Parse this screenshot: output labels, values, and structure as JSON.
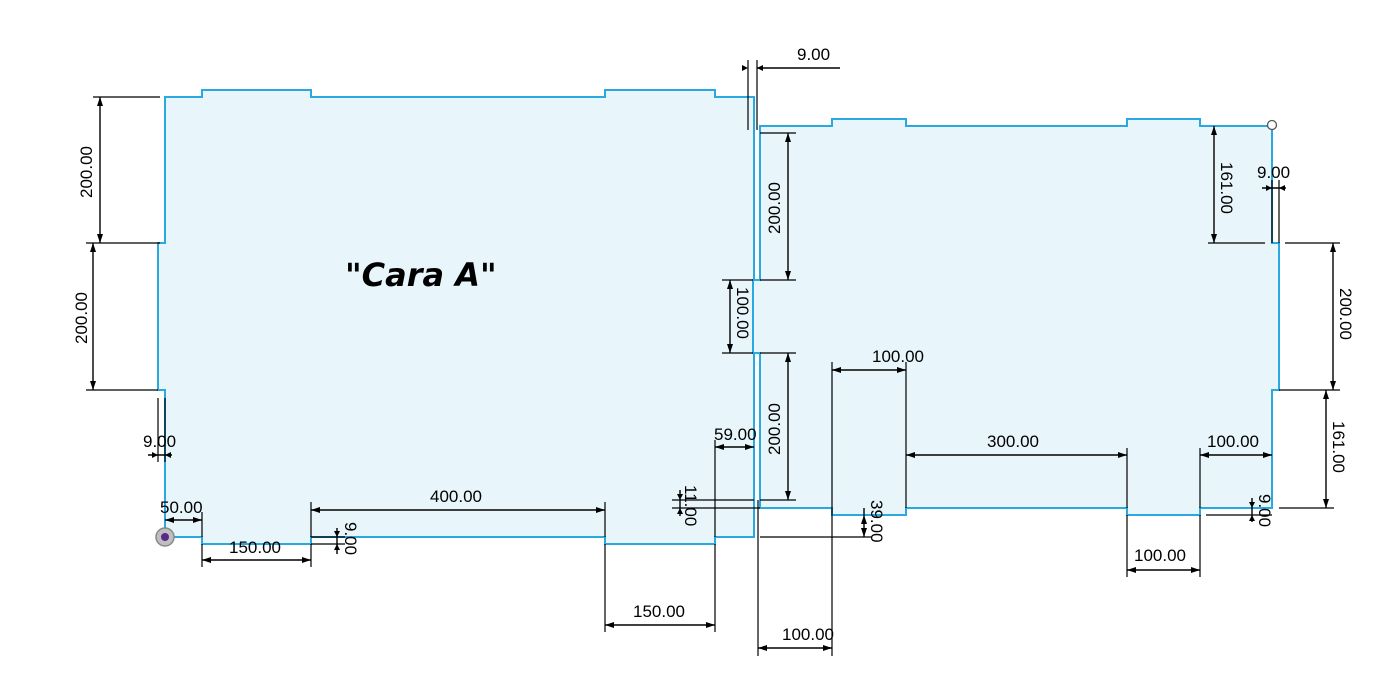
{
  "title": "\"Cara A\"",
  "colors": {
    "outline": "#29a9e0",
    "fill": "#e8f6fb",
    "dimension": "#000000"
  },
  "dimensions": {
    "top_gap": "9.00",
    "left_upper": "200.00",
    "left_lower": "200.00",
    "left_notch": "9.00",
    "bottom_start": "50.00",
    "bottom_a": "150.00",
    "bottom_notch_a": "9.00",
    "bottom_long": "400.00",
    "bottom_b": "150.00",
    "center_upper": "200.00",
    "center_gap": "100.00",
    "center_lower": "200.00",
    "center_offset": "59.00",
    "center_small": "11.00",
    "right_tab": "100.00",
    "right_step": "39.00",
    "right_bottom_start": "100.00",
    "right_long": "300.00",
    "right_b": "100.00",
    "right_c": "100.00",
    "right_notch_bottom": "9.00",
    "right_upper": "161.00",
    "right_notch_top": "9.00",
    "right_mid": "200.00",
    "right_lower": "161.00"
  }
}
